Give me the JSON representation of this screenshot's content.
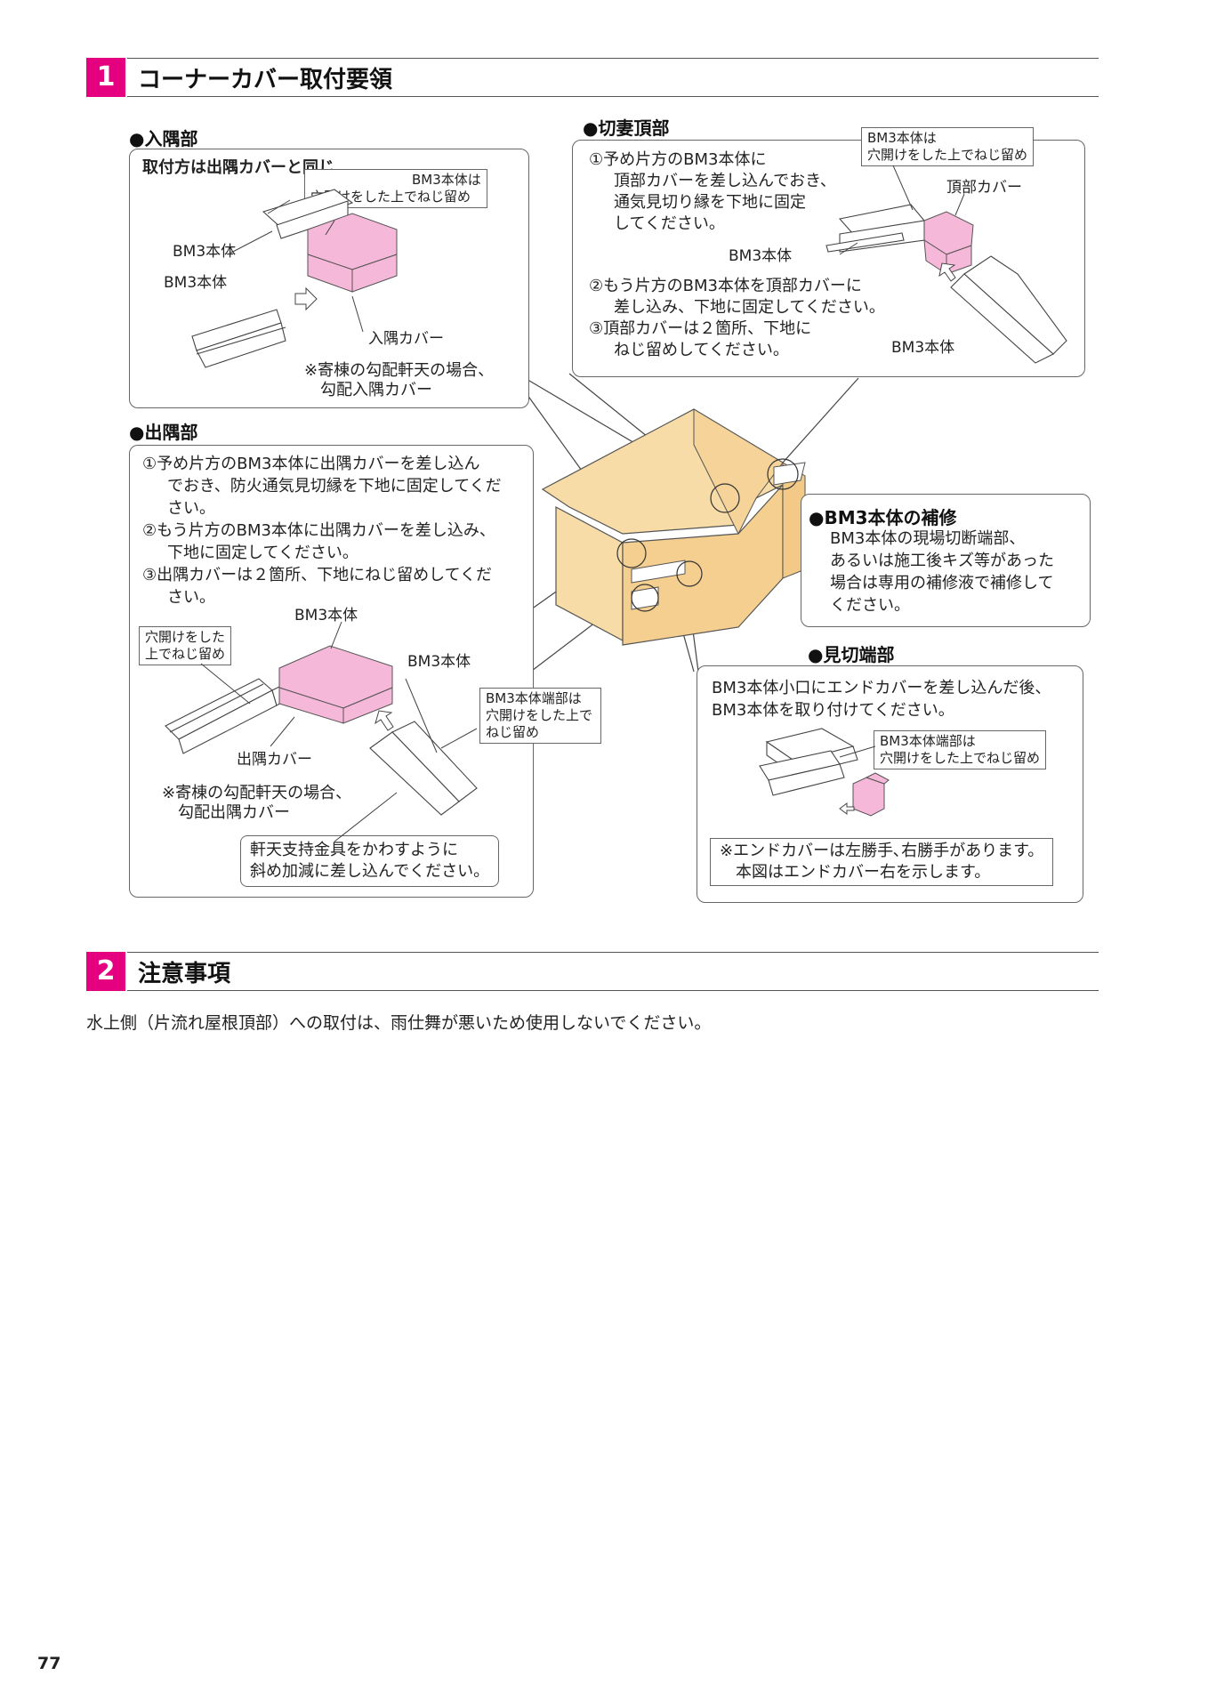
{
  "section1": {
    "num": "1",
    "title": "コーナーカバー取付要領"
  },
  "irisumi": {
    "heading": "●入隅部",
    "intro": "取付方は出隅カバーと同じ",
    "callout": [
      "BM3本体は",
      "穴開けをした上でねじ留め"
    ],
    "labels": [
      "BM3本体",
      "BM3本体",
      "入隅カバー"
    ],
    "note": [
      "※寄棟の勾配軒天の場合、",
      "勾配入隅カバー"
    ]
  },
  "kirizuma": {
    "heading": "●切妻頂部",
    "steps": [
      "①予め片方のBM3本体に",
      "頂部カバーを差し込んでおき、",
      "通気見切り縁を下地に固定",
      "してください。",
      "②もう片方のBM3本体を頂部カバーに",
      "差し込み、下地に固定してください。",
      "③頂部カバーは２箇所、下地に",
      "ねじ留めしてください。"
    ],
    "callout": [
      "BM3本体は",
      "穴開けをした上でねじ留め"
    ],
    "labels": [
      "頂部カバー",
      "BM3本体",
      "BM3本体"
    ]
  },
  "desumi": {
    "heading": "●出隅部",
    "steps": [
      "①予め片方のBM3本体に出隅カバーを差し込ん",
      "でおき、防火通気見切縁を下地に固定してくだ",
      "さい。",
      "②もう片方のBM3本体に出隅カバーを差し込み、",
      "下地に固定してください。",
      "③出隅カバーは２箇所、下地にねじ留めしてくだ",
      "さい。"
    ],
    "callout_left": [
      "穴開けをした",
      "上でねじ留め"
    ],
    "callout_right": [
      "BM3本体端部は",
      "穴開けをした上で",
      "ねじ留め"
    ],
    "labels": [
      "BM3本体",
      "BM3本体",
      "出隅カバー"
    ],
    "note": [
      "※寄棟の勾配軒天の場合、",
      "勾配出隅カバー"
    ],
    "tip": [
      "軒天支持金具をかわすように",
      "斜め加減に差し込んでください。"
    ]
  },
  "repair": {
    "heading": "●BM3本体の補修",
    "lines": [
      "BM3本体の現場切断端部、",
      "あるいは施工後キズ等があった",
      "場合は専用の補修液で補修して",
      "ください。"
    ]
  },
  "mikiri": {
    "heading": "●見切端部",
    "lines": [
      "BM3本体小口にエンドカバーを差し込んだ後、",
      "BM3本体を取り付けてください。"
    ],
    "callout": [
      "BM3本体端部は",
      "穴開けをした上でねじ留め"
    ],
    "note": [
      "※エンドカバーは左勝手､右勝手があります。",
      "本図はエンドカバー右を示します。"
    ]
  },
  "section2": {
    "num": "2",
    "title": "注意事項"
  },
  "caution": "水上側（片流れ屋根頂部）への取付は、雨仕舞が悪いため使用しないでください。",
  "page_number": "77",
  "colors": {
    "accent": "#e4007f",
    "cover_pink": "#f6b8d8",
    "house": "#f7dca8"
  }
}
